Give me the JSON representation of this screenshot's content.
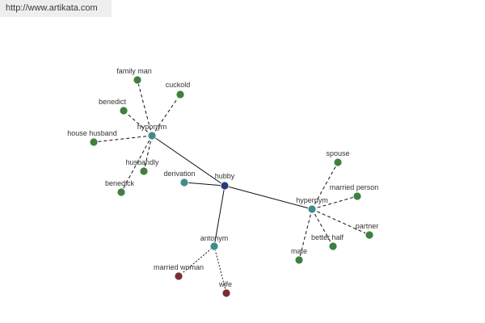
{
  "url": "http://www.artikata.com",
  "colors": {
    "center": "#2c3a7c",
    "relation": "#3f8c8a",
    "related": "#3f7f3f",
    "antonym_word": "#7a2e2e",
    "edge": "#111111"
  },
  "graph": {
    "center": {
      "label": "hubby"
    },
    "relations": [
      {
        "key": "hyponym",
        "label": "hyponym",
        "words": [
          "family man",
          "cuckold",
          "benedict",
          "house husband",
          "husbandly",
          "benedick"
        ]
      },
      {
        "key": "derivation",
        "label": "derivation",
        "words": []
      },
      {
        "key": "hypernym",
        "label": "hypernym",
        "words": [
          "spouse",
          "married person",
          "partner",
          "better half",
          "mate"
        ]
      },
      {
        "key": "antonym",
        "label": "antonym",
        "words": [
          "married woman",
          "wife"
        ]
      }
    ]
  }
}
